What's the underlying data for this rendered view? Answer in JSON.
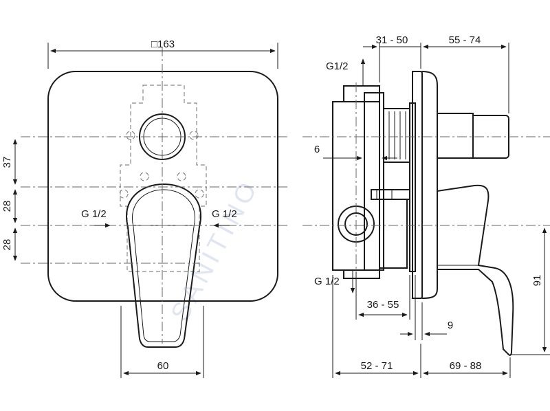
{
  "watermark": "SANITINO",
  "front_view": {
    "width_label": "□163",
    "dim_37": "37",
    "dim_28_upper": "28",
    "dim_28_lower": "28",
    "inlet_left": "G 1/2",
    "inlet_right": "G 1/2",
    "lever_width": "60"
  },
  "side_view": {
    "top_inlet": "G1/2",
    "bottom_outlet": "G 1/2",
    "depth_range_1": "31 - 50",
    "depth_range_2": "55 - 74",
    "dim_6": "6",
    "depth_range_3": "36 - 55",
    "dim_9": "9",
    "depth_range_4": "52 - 71",
    "depth_range_5": "69 - 88",
    "height_91": "91"
  }
}
